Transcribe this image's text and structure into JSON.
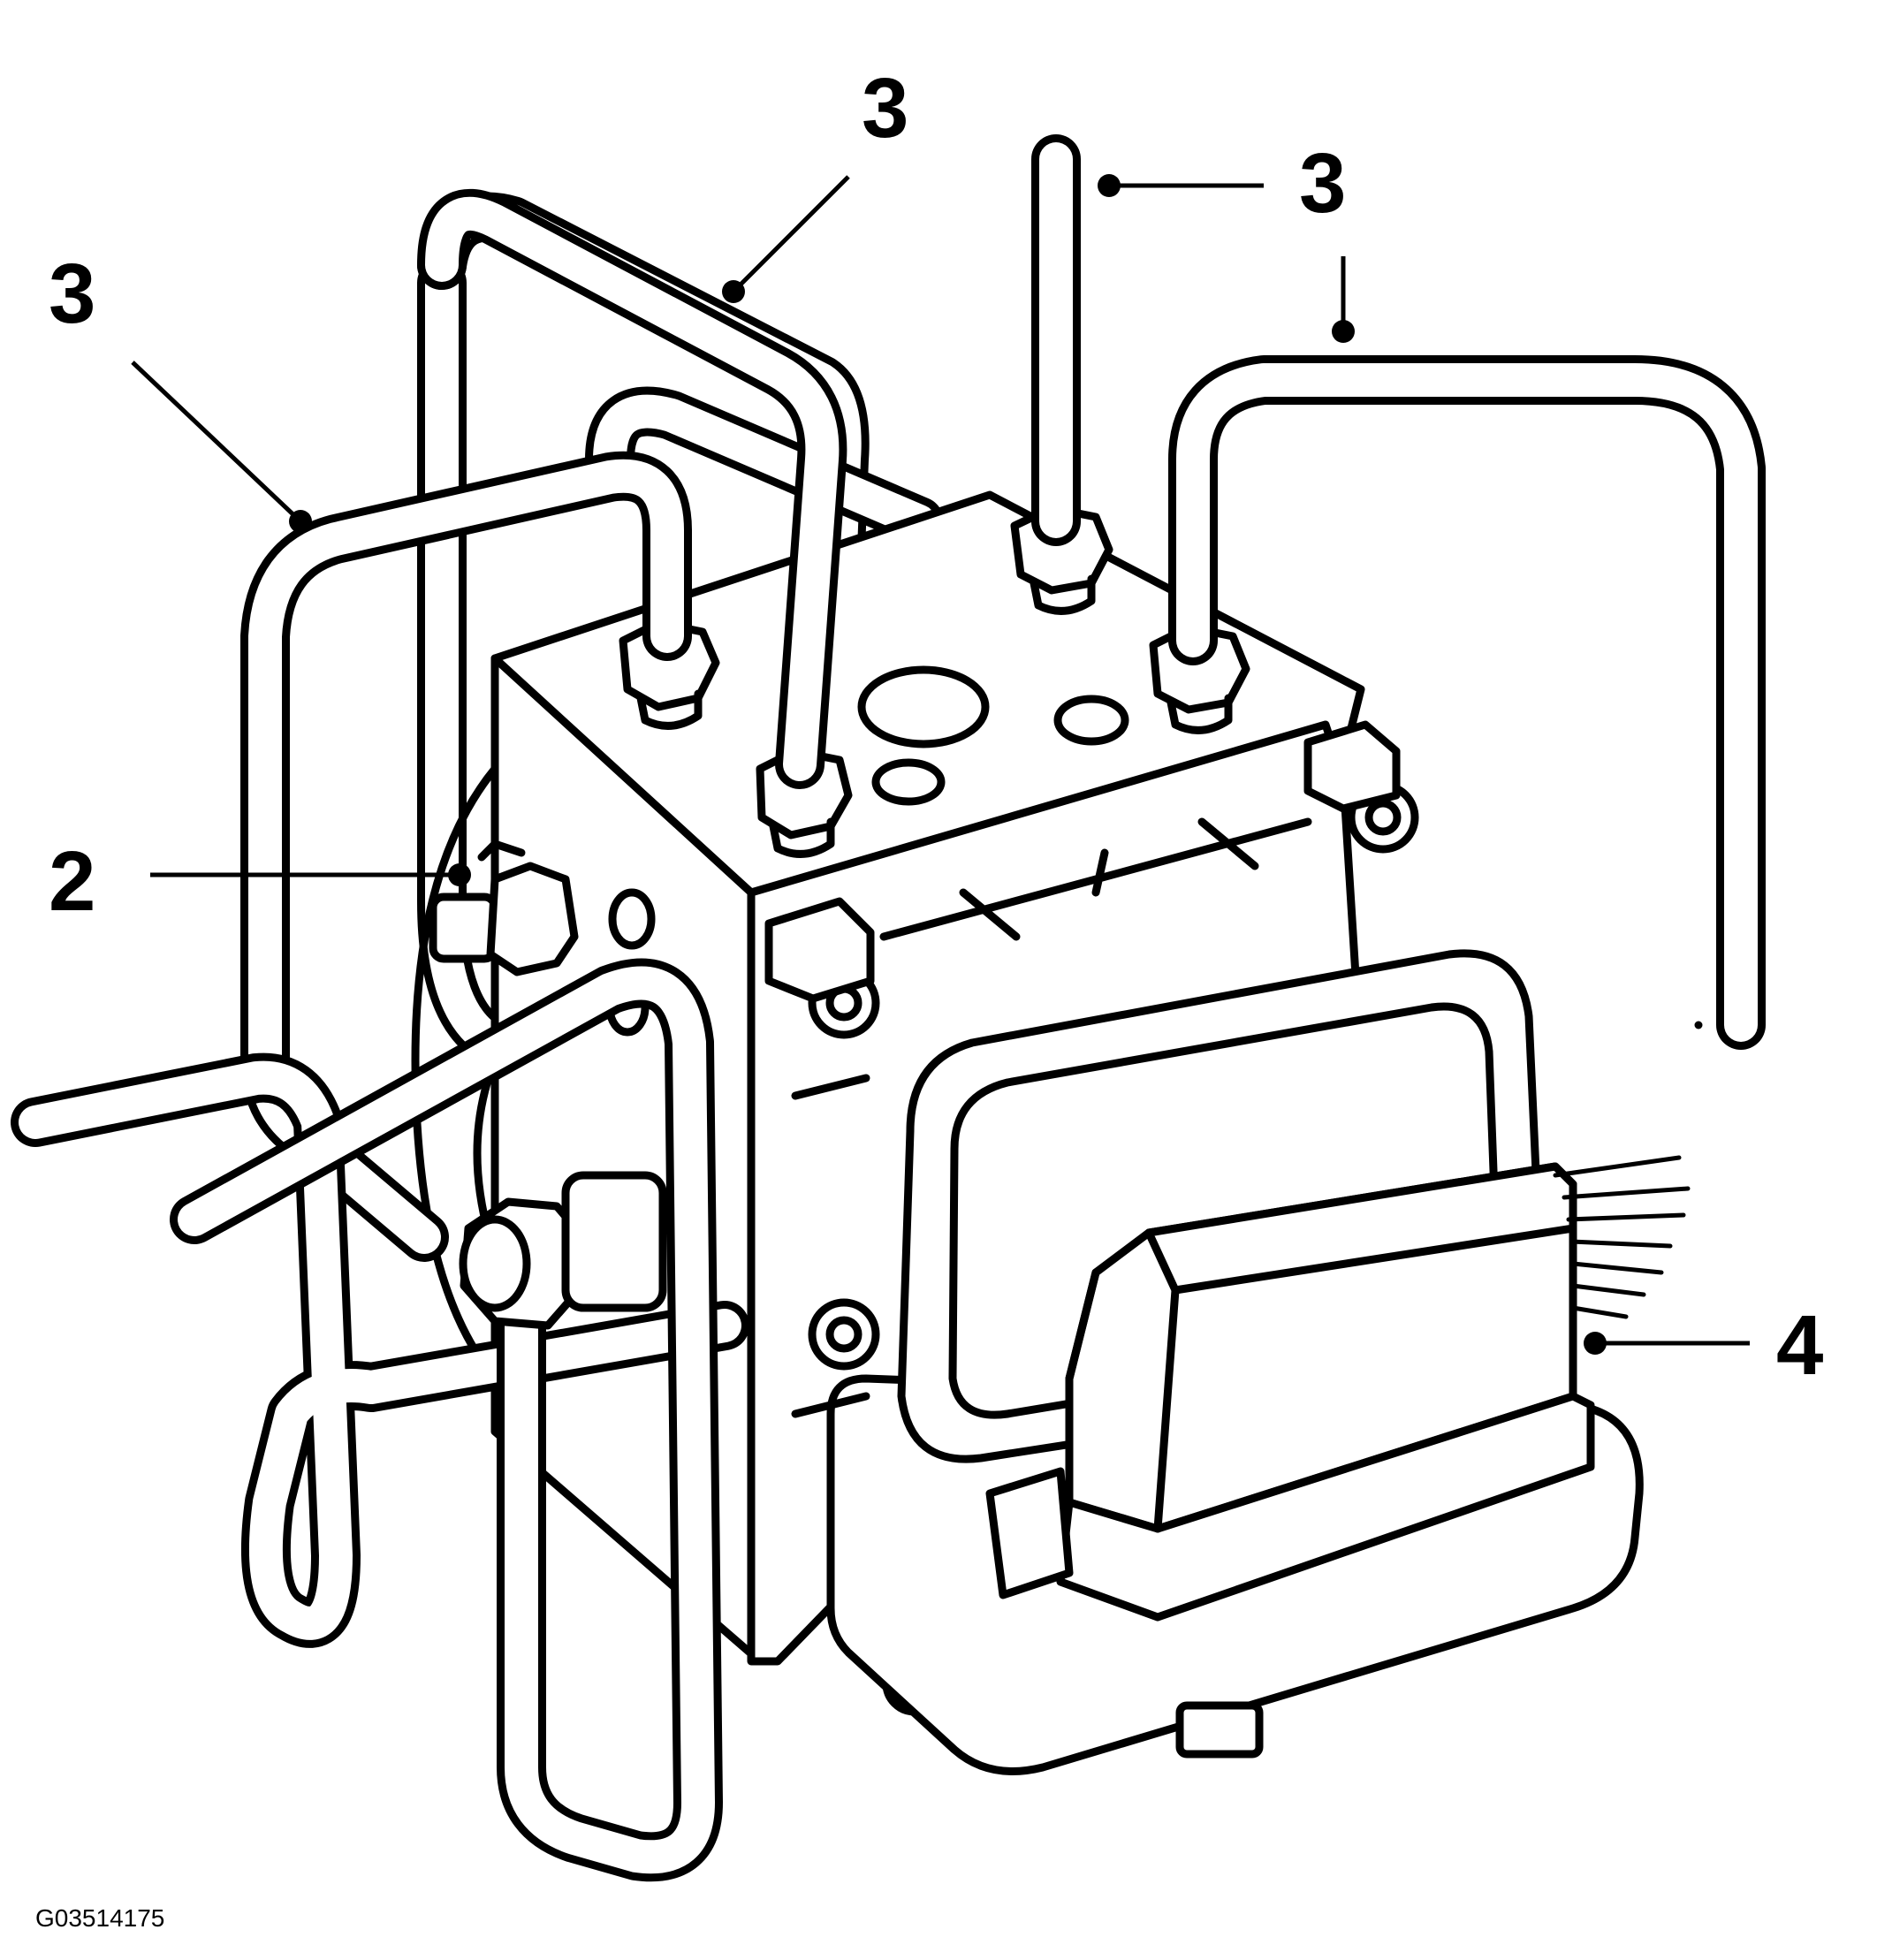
{
  "callouts": [
    {
      "id": "callout-3-left",
      "label": "3"
    },
    {
      "id": "callout-3-top-left",
      "label": "3"
    },
    {
      "id": "callout-3-top-right",
      "label": "3"
    },
    {
      "id": "callout-3-right",
      "label": "3"
    },
    {
      "id": "callout-2",
      "label": "2"
    },
    {
      "id": "callout-4",
      "label": "4"
    }
  ],
  "figure_id": "G03514175"
}
